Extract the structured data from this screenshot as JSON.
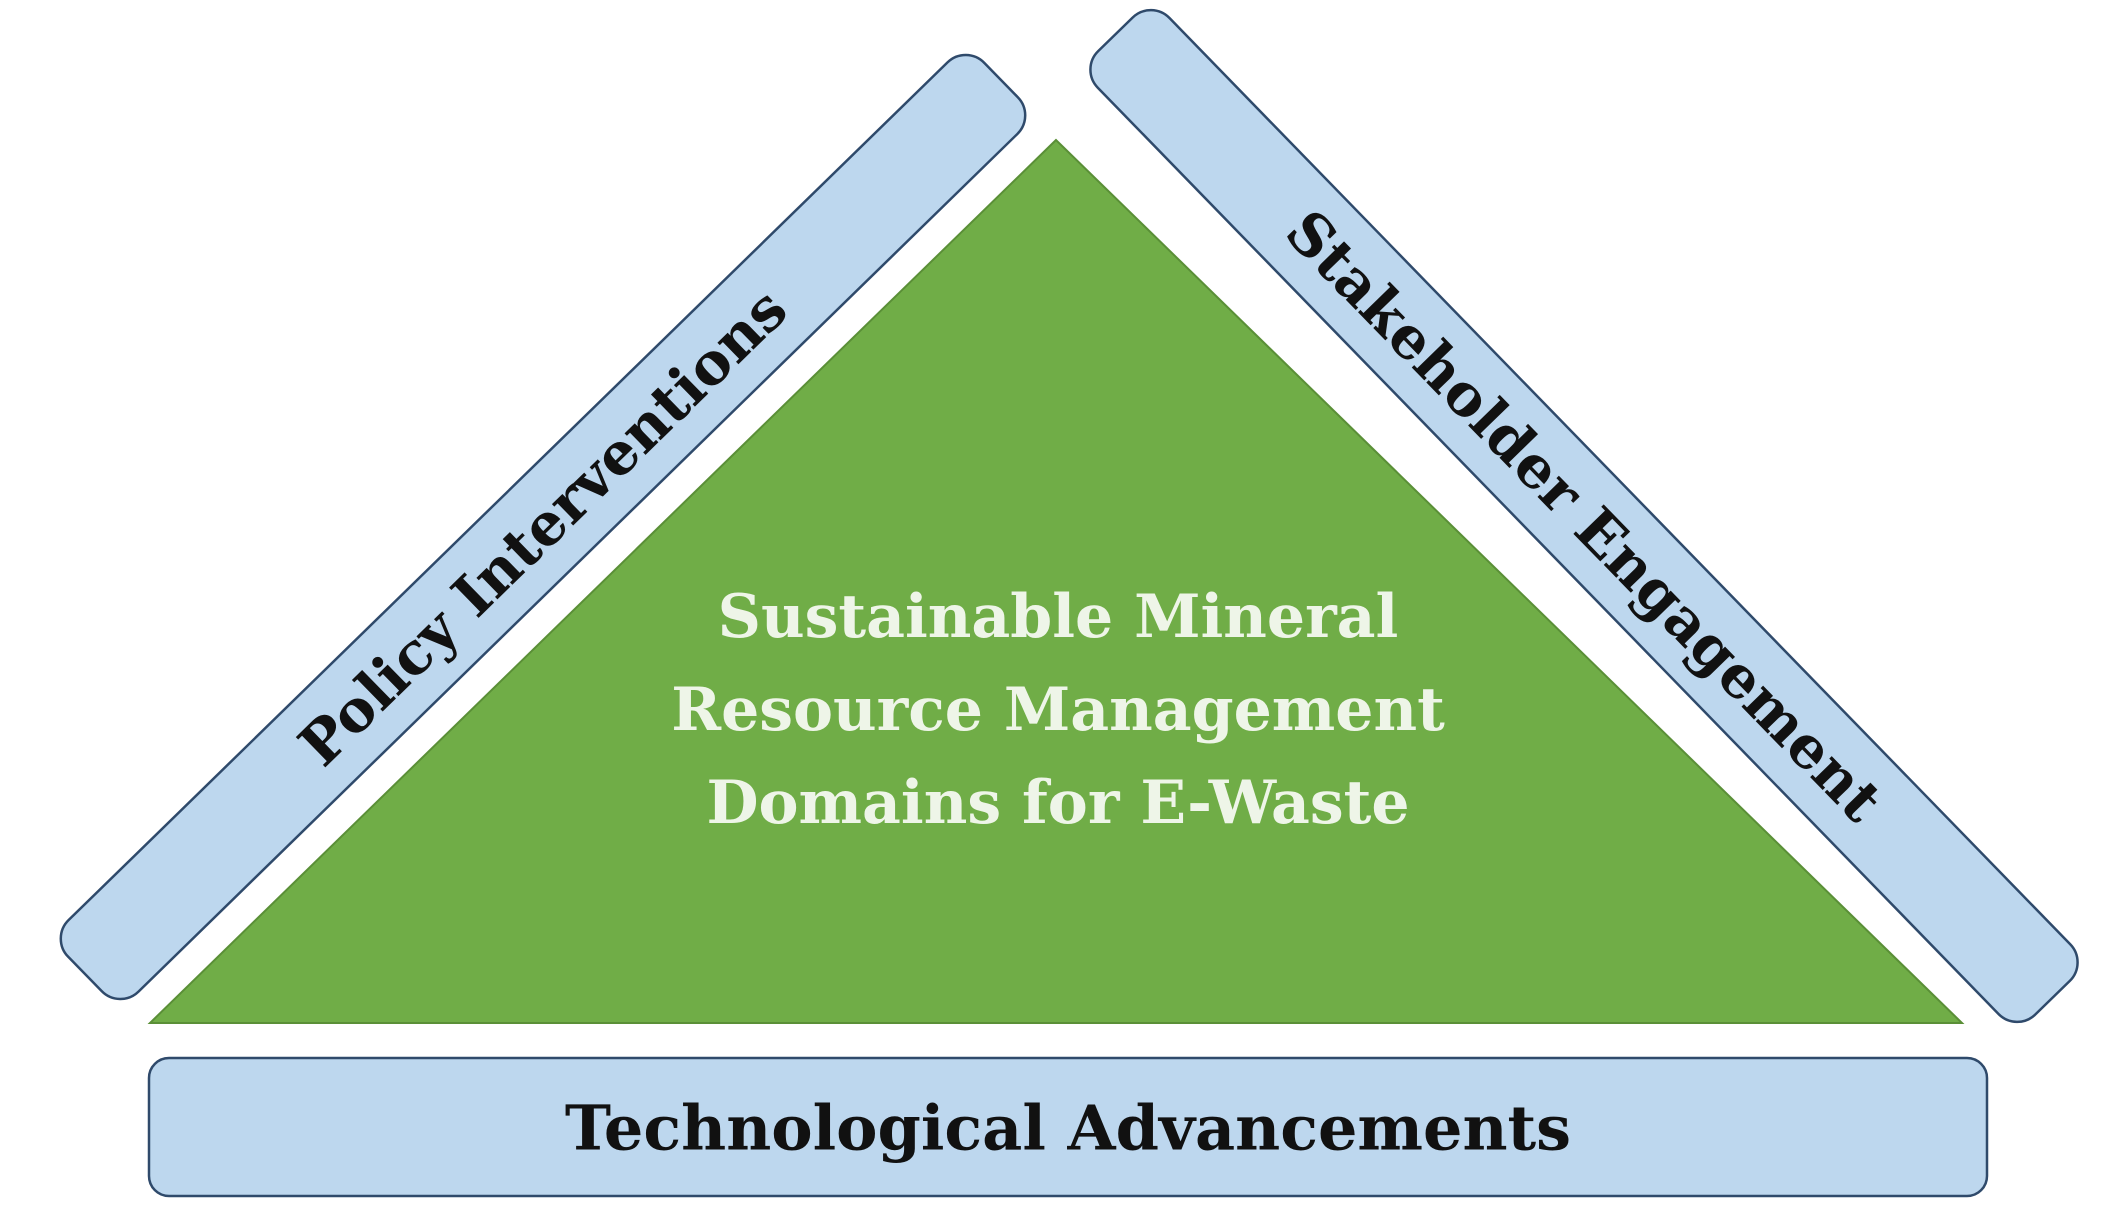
{
  "diagram": {
    "center": {
      "lines": [
        "Sustainable Mineral",
        "Resource Management",
        "Domains for E-Waste"
      ]
    },
    "left_bar": {
      "label": "Policy Interventions"
    },
    "right_bar": {
      "label": "Stakeholder Engagement"
    },
    "bottom_bar": {
      "label": "Technological Advancements"
    }
  },
  "colors": {
    "triangle_fill": "#70ad47",
    "bar_fill": "#bdd7ee",
    "bar_stroke": "#2f4a6b",
    "center_text": "#eef5e8",
    "bar_text": "#111111"
  }
}
